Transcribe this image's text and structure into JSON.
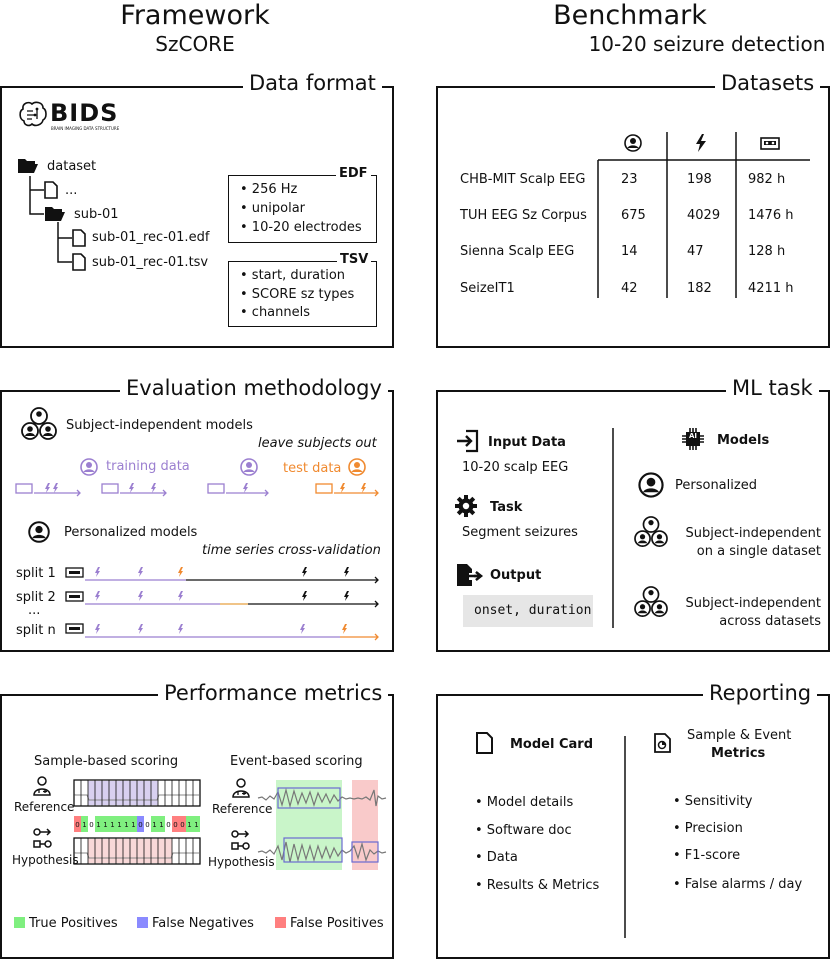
{
  "headers": {
    "framework": "Framework",
    "framework_sub": "SzCORE",
    "benchmark": "Benchmark",
    "benchmark_sub": "10-20 seizure detection"
  },
  "data_format": {
    "title": "Data format",
    "bids_logo": "BIDS",
    "bids_sub": "BRAIN IMAGING DATA STRUCTURE",
    "tree": {
      "dataset": "dataset",
      "ellipsis": "...",
      "sub": "sub-01",
      "edf_file": "sub-01_rec-01.edf",
      "tsv_file": "sub-01_rec-01.tsv"
    },
    "edf": {
      "label": "EDF",
      "items": [
        "• 256 Hz",
        "• unipolar",
        "• 10-20 electrodes"
      ]
    },
    "tsv": {
      "label": "TSV",
      "items": [
        "• start, duration",
        "• SCORE sz types",
        "• channels"
      ]
    }
  },
  "datasets": {
    "title": "Datasets",
    "column_icons": [
      "person-icon",
      "lightning-icon",
      "cassette-icon"
    ],
    "rows": [
      {
        "name": "CHB-MIT Scalp EEG",
        "subjects": "23",
        "seizures": "198",
        "hours": "982 h"
      },
      {
        "name": "TUH EEG Sz Corpus",
        "subjects": "675",
        "seizures": "4029",
        "hours": "1476 h"
      },
      {
        "name": "Sienna Scalp EEG",
        "subjects": "14",
        "seizures": "47",
        "hours": "128 h"
      },
      {
        "name": "SeizeIT1",
        "subjects": "42",
        "seizures": "182",
        "hours": "4211 h"
      }
    ]
  },
  "evaluation": {
    "title": "Evaluation methodology",
    "subject_independent": "Subject-independent models",
    "leave_out": "leave subjects out",
    "training_data": "training data",
    "test_data": "test data",
    "personalized": "Personalized models",
    "cross_validation": "time series cross-validation",
    "splits": [
      "split 1",
      "split 2",
      "...",
      "split n"
    ],
    "colors": {
      "train": "#9b7fd0",
      "test": "#f08a30",
      "black": "#111111"
    }
  },
  "ml_task": {
    "title": "ML task",
    "input_label": "Input Data",
    "input_value": "10-20 scalp EEG",
    "task_label": "Task",
    "task_value": "Segment seizures",
    "output_label": "Output",
    "output_value": "onset, duration",
    "models_label": "Models",
    "ai_badge": "AI",
    "models": [
      "Personalized",
      "Subject-independent\non a single dataset",
      "Subject-independent\nacross datasets"
    ]
  },
  "metrics": {
    "title": "Performance metrics",
    "sample_scoring": "Sample-based scoring",
    "event_scoring": "Event-based scoring",
    "reference": "Reference",
    "hypothesis": "Hypothesis",
    "sample_labels": [
      "0",
      "1",
      "0",
      "1",
      "1",
      "1",
      "1",
      "1",
      "1",
      "0",
      "0",
      "1",
      "1",
      "0",
      "0",
      "0",
      "1",
      "1"
    ],
    "legend": [
      {
        "label": "True Positives",
        "color": "#7fef7f"
      },
      {
        "label": "False Negatives",
        "color": "#8a8aff"
      },
      {
        "label": "False Positives",
        "color": "#ff7f7f"
      }
    ]
  },
  "reporting": {
    "title": "Reporting",
    "model_card": "Model Card",
    "model_card_items": [
      "• Model details",
      "• Software doc",
      "• Data",
      "• Results & Metrics"
    ],
    "metrics_heading": "Sample & Event",
    "metrics_bold": "Metrics",
    "metric_items": [
      "• Sensitivity",
      "• Precision",
      "• F1-score",
      "• False alarms / day"
    ]
  }
}
